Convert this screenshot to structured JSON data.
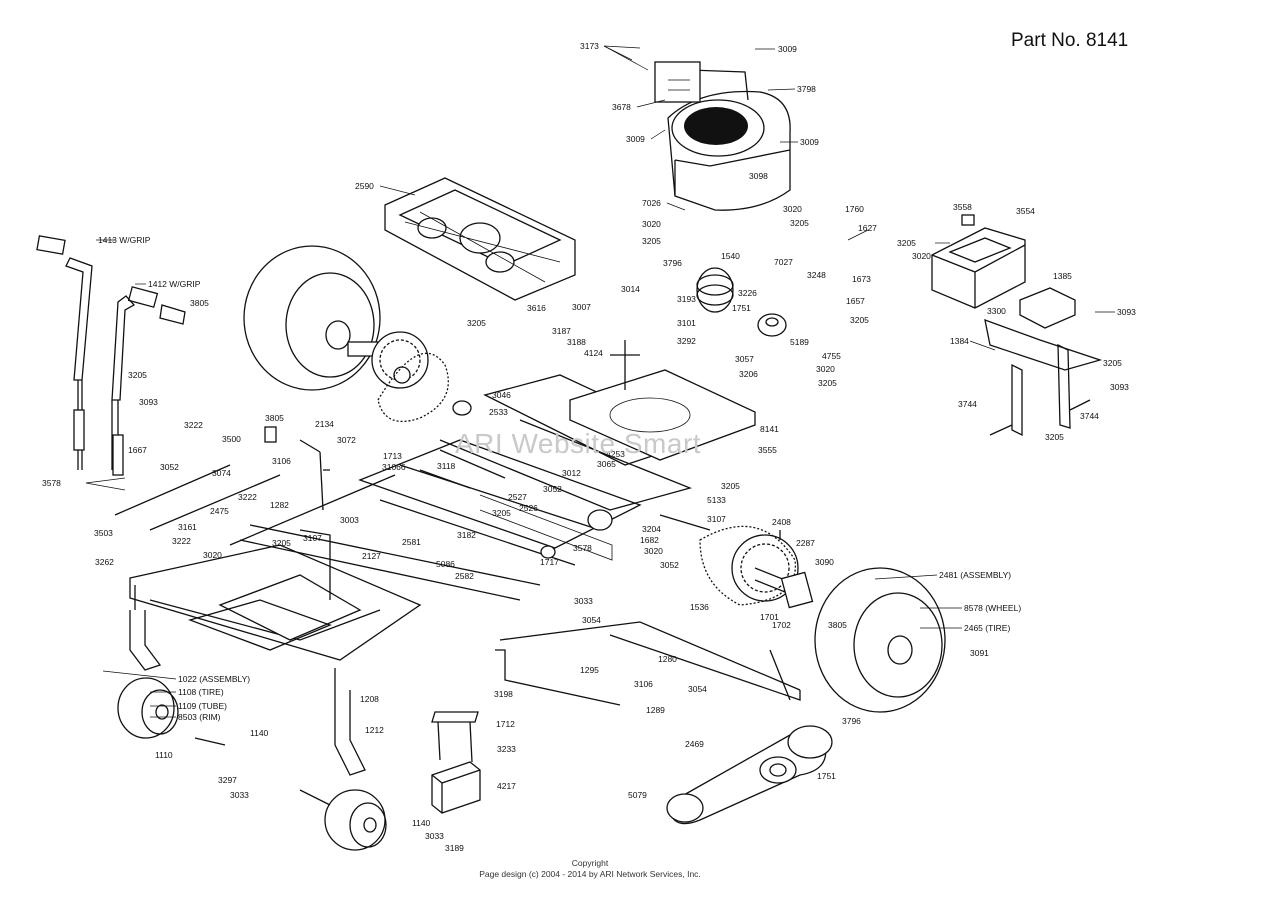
{
  "header": {
    "part_number": "Part No. 8141"
  },
  "watermark": "ARI Website Smart",
  "footer": {
    "line1": "Copyright",
    "line2": "Page design (c) 2004 - 2014 by ARI Network Services, Inc."
  },
  "labels": [
    {
      "id": "l1",
      "text": "3173"
    },
    {
      "id": "l2",
      "text": "3009"
    },
    {
      "id": "l3",
      "text": "3798"
    },
    {
      "id": "l4",
      "text": "3678"
    },
    {
      "id": "l5",
      "text": "3009"
    },
    {
      "id": "l6",
      "text": "3009"
    },
    {
      "id": "l7",
      "text": "2590"
    },
    {
      "id": "l8",
      "text": "3098"
    },
    {
      "id": "l9",
      "text": "7026"
    },
    {
      "id": "l10",
      "text": "3020"
    },
    {
      "id": "l11",
      "text": "3205"
    },
    {
      "id": "l12",
      "text": "3020"
    },
    {
      "id": "l13",
      "text": "3205"
    },
    {
      "id": "l14",
      "text": "1760"
    },
    {
      "id": "l15",
      "text": "1627"
    },
    {
      "id": "l16",
      "text": "1540"
    },
    {
      "id": "l17",
      "text": "7027"
    },
    {
      "id": "l18",
      "text": "3796"
    },
    {
      "id": "l19",
      "text": "3248"
    },
    {
      "id": "l20",
      "text": "1673"
    },
    {
      "id": "l21",
      "text": "3226"
    },
    {
      "id": "l22",
      "text": "1657"
    },
    {
      "id": "l23",
      "text": "3193"
    },
    {
      "id": "l24",
      "text": "1751"
    },
    {
      "id": "l25",
      "text": "3205"
    },
    {
      "id": "l26",
      "text": "3101"
    },
    {
      "id": "l27",
      "text": "3292"
    },
    {
      "id": "l28",
      "text": "5189"
    },
    {
      "id": "l29",
      "text": "3014"
    },
    {
      "id": "l30",
      "text": "3007"
    },
    {
      "id": "l31",
      "text": "3187"
    },
    {
      "id": "l32",
      "text": "3188"
    },
    {
      "id": "l33",
      "text": "4124"
    },
    {
      "id": "l34",
      "text": "3616"
    },
    {
      "id": "l35",
      "text": "3205"
    },
    {
      "id": "l36",
      "text": "3057"
    },
    {
      "id": "l37",
      "text": "4755"
    },
    {
      "id": "l38",
      "text": "3206"
    },
    {
      "id": "l39",
      "text": "3020"
    },
    {
      "id": "l40",
      "text": "3205"
    },
    {
      "id": "l41",
      "text": "3558"
    },
    {
      "id": "l42",
      "text": "3554"
    },
    {
      "id": "l43",
      "text": "3205"
    },
    {
      "id": "l44",
      "text": "3020"
    },
    {
      "id": "l45",
      "text": "1385"
    },
    {
      "id": "l46",
      "text": "3093"
    },
    {
      "id": "l47",
      "text": "3300"
    },
    {
      "id": "l48",
      "text": "1384"
    },
    {
      "id": "l49",
      "text": "3205"
    },
    {
      "id": "l50",
      "text": "3093"
    },
    {
      "id": "l51",
      "text": "3744"
    },
    {
      "id": "l52",
      "text": "3744"
    },
    {
      "id": "l53",
      "text": "3205"
    },
    {
      "id": "l54",
      "text": "1413 W/GRIP"
    },
    {
      "id": "l55",
      "text": "1412 W/GRIP"
    },
    {
      "id": "l56",
      "text": "3805"
    },
    {
      "id": "l57",
      "text": "3205"
    },
    {
      "id": "l58",
      "text": "3093"
    },
    {
      "id": "l59",
      "text": "1667"
    },
    {
      "id": "l60",
      "text": "3222"
    },
    {
      "id": "l61",
      "text": "3500"
    },
    {
      "id": "l62",
      "text": "3805"
    },
    {
      "id": "l63",
      "text": "2134"
    },
    {
      "id": "l64",
      "text": "3072"
    },
    {
      "id": "l65",
      "text": "3106"
    },
    {
      "id": "l66",
      "text": "3052"
    },
    {
      "id": "l67",
      "text": "3074"
    },
    {
      "id": "l68",
      "text": "3578"
    },
    {
      "id": "l69",
      "text": "3222"
    },
    {
      "id": "l70",
      "text": "2475"
    },
    {
      "id": "l71",
      "text": "1282"
    },
    {
      "id": "l72",
      "text": "3503"
    },
    {
      "id": "l73",
      "text": "3161"
    },
    {
      "id": "l74",
      "text": "3222"
    },
    {
      "id": "l75",
      "text": "3020"
    },
    {
      "id": "l76",
      "text": "3205"
    },
    {
      "id": "l77",
      "text": "3003"
    },
    {
      "id": "l78",
      "text": "3107"
    },
    {
      "id": "l79",
      "text": "2127"
    },
    {
      "id": "l80",
      "text": "3262"
    },
    {
      "id": "l81",
      "text": "3046"
    },
    {
      "id": "l82",
      "text": "2533"
    },
    {
      "id": "l83",
      "text": "8141"
    },
    {
      "id": "l84",
      "text": "3555"
    },
    {
      "id": "l85",
      "text": "1713"
    },
    {
      "id": "l86",
      "text": "31066"
    },
    {
      "id": "l87",
      "text": "3118"
    },
    {
      "id": "l88",
      "text": "4253"
    },
    {
      "id": "l89",
      "text": "3012"
    },
    {
      "id": "l90",
      "text": "3065"
    },
    {
      "id": "l91",
      "text": "2527"
    },
    {
      "id": "l92",
      "text": "3052"
    },
    {
      "id": "l93",
      "text": "2526"
    },
    {
      "id": "l94",
      "text": "3205"
    },
    {
      "id": "l95",
      "text": "3205"
    },
    {
      "id": "l96",
      "text": "5133"
    },
    {
      "id": "l97",
      "text": "3107"
    },
    {
      "id": "l98",
      "text": "2408"
    },
    {
      "id": "l99",
      "text": "2581"
    },
    {
      "id": "l100",
      "text": "3182"
    },
    {
      "id": "l101",
      "text": "3204"
    },
    {
      "id": "l102",
      "text": "1682"
    },
    {
      "id": "l103",
      "text": "2287"
    },
    {
      "id": "l104",
      "text": "3578"
    },
    {
      "id": "l105",
      "text": "3020"
    },
    {
      "id": "l106",
      "text": "5086"
    },
    {
      "id": "l107",
      "text": "1717"
    },
    {
      "id": "l108",
      "text": "3052"
    },
    {
      "id": "l109",
      "text": "3090"
    },
    {
      "id": "l110",
      "text": "2582"
    },
    {
      "id": "l111",
      "text": "2481 (ASSEMBLY)"
    },
    {
      "id": "l112",
      "text": "3033"
    },
    {
      "id": "l113",
      "text": "1536"
    },
    {
      "id": "l114",
      "text": "8578 (WHEEL)"
    },
    {
      "id": "l115",
      "text": "1701"
    },
    {
      "id": "l116",
      "text": "1702"
    },
    {
      "id": "l117",
      "text": "3805"
    },
    {
      "id": "l118",
      "text": "2465 (TIRE)"
    },
    {
      "id": "l119",
      "text": "3054"
    },
    {
      "id": "l120",
      "text": "1280"
    },
    {
      "id": "l121",
      "text": "3091"
    },
    {
      "id": "l122",
      "text": "1295"
    },
    {
      "id": "l123",
      "text": "3106"
    },
    {
      "id": "l124",
      "text": "3054"
    },
    {
      "id": "l125",
      "text": "1022 (ASSEMBLY)"
    },
    {
      "id": "l126",
      "text": "1108 (TIRE)"
    },
    {
      "id": "l127",
      "text": "1109 (TUBE)"
    },
    {
      "id": "l128",
      "text": "8503 (RIM)"
    },
    {
      "id": "l129",
      "text": "1208"
    },
    {
      "id": "l130",
      "text": "3198"
    },
    {
      "id": "l131",
      "text": "1289"
    },
    {
      "id": "l132",
      "text": "1140"
    },
    {
      "id": "l133",
      "text": "1712"
    },
    {
      "id": "l134",
      "text": "1110"
    },
    {
      "id": "l135",
      "text": "1212"
    },
    {
      "id": "l136",
      "text": "3233"
    },
    {
      "id": "l137",
      "text": "3796"
    },
    {
      "id": "l138",
      "text": "2469"
    },
    {
      "id": "l139",
      "text": "3297"
    },
    {
      "id": "l140",
      "text": "3033"
    },
    {
      "id": "l141",
      "text": "4217"
    },
    {
      "id": "l142",
      "text": "1751"
    },
    {
      "id": "l143",
      "text": "5079"
    },
    {
      "id": "l144",
      "text": "1140"
    },
    {
      "id": "l145",
      "text": "3033"
    },
    {
      "id": "l146",
      "text": "3189"
    }
  ]
}
